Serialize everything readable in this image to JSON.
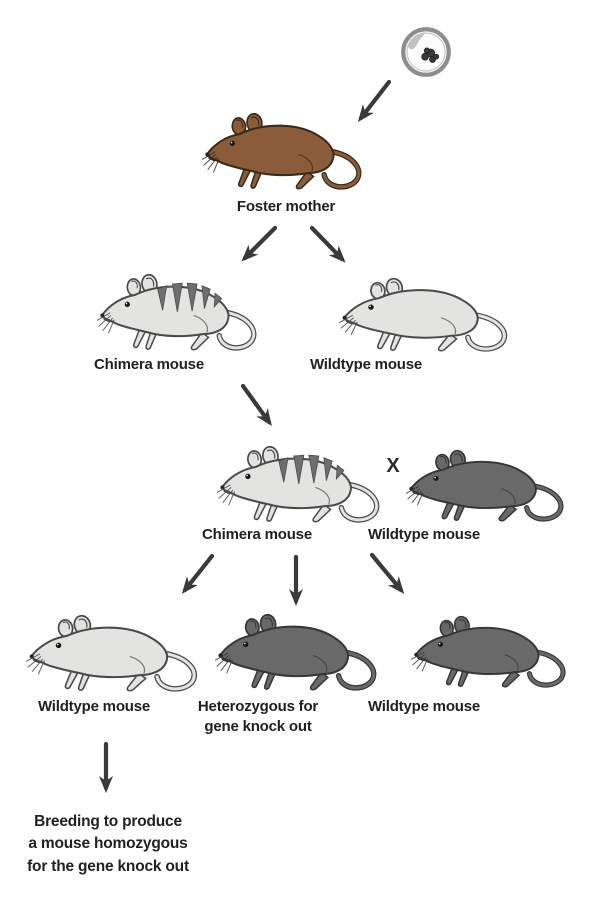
{
  "diagram": {
    "icons": {
      "stem_cell_dish": "petri-dish-with-stem-cells-icon"
    },
    "nodes": [
      {
        "id": "foster-mother",
        "label": "Foster mother",
        "variant": "brown"
      },
      {
        "id": "chimera-mouse-1",
        "label": "Chimera mouse",
        "variant": "chimera"
      },
      {
        "id": "wildtype-mouse-1",
        "label": "Wildtype mouse",
        "variant": "light-gray"
      },
      {
        "id": "chimera-mouse-2",
        "label": "Chimera mouse",
        "variant": "chimera"
      },
      {
        "id": "wildtype-mouse-2",
        "label": "Wildtype mouse",
        "variant": "dark-gray"
      },
      {
        "id": "wildtype-mouse-3",
        "label": "Wildtype mouse",
        "variant": "light-gray"
      },
      {
        "id": "heterozygous-mouse",
        "label": "Heterozygous for\ngene knock out",
        "variant": "dark-gray"
      },
      {
        "id": "wildtype-mouse-4",
        "label": "Wildtype mouse",
        "variant": "dark-gray"
      }
    ],
    "cross_label": "X",
    "footer_note": "Breeding to produce\na mouse homozygous\nfor the gene knock out",
    "edges": [
      {
        "from": "stem-cell-dish",
        "to": "foster-mother"
      },
      {
        "from": "foster-mother",
        "to": "chimera-mouse-1"
      },
      {
        "from": "foster-mother",
        "to": "wildtype-mouse-1"
      },
      {
        "from": "chimera-mouse-1",
        "to": "chimera-mouse-2"
      },
      {
        "from": "chimera-mouse-2",
        "to": "wildtype-mouse-3"
      },
      {
        "from": "chimera-mouse-2",
        "to": "heterozygous-mouse"
      },
      {
        "from": "chimera-mouse-2",
        "to": "wildtype-mouse-4"
      },
      {
        "from": "wildtype-mouse-3",
        "to": "footer-note"
      }
    ],
    "colors": {
      "background": "#ffffff",
      "mouse_brown": "#8a5c3a",
      "mouse_light_gray": "#e3e3e2",
      "mouse_dark_gray": "#696969",
      "chimera_stripe": "#6e6e6e",
      "outline_dark": "#3a3a3a",
      "arrow": "#3a3a3a",
      "text": "#231f20"
    }
  }
}
